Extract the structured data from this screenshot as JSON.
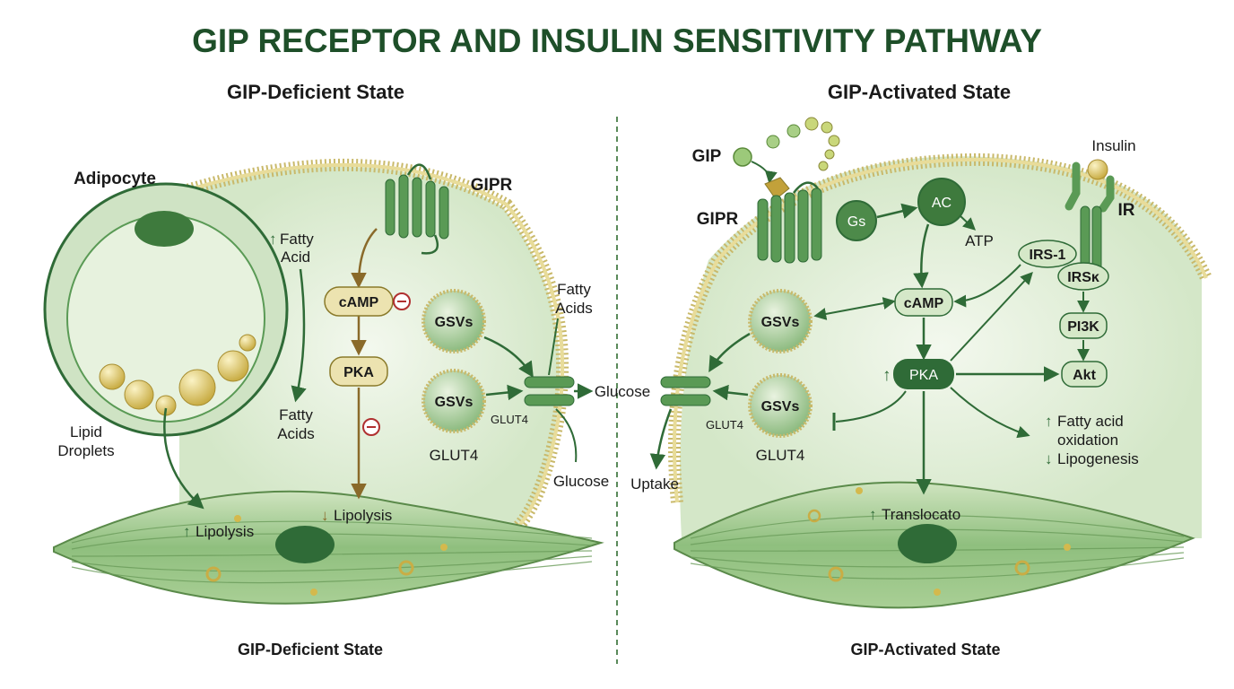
{
  "title": "GIP RECEPTOR AND INSULIN SENSITIVITY PATHWAY",
  "left_panel": {
    "header": "GIP-Deficient State",
    "footer": "GIP-Deficient State",
    "adipocyte": "Adipocyte",
    "lipid_droplets": [
      "Lipid",
      "Droplets"
    ],
    "gipr": "GIPR",
    "up_fatty_acid": [
      "Fatty",
      "Acid"
    ],
    "fatty_acids_mid": [
      "Fatty",
      "Acids"
    ],
    "camp": "cAMP",
    "pka": "PKA",
    "gsv_top": "GSVs",
    "gsv_bottom": "GSVs",
    "glut4_small": "GLUT4",
    "glut4": "GLUT4",
    "fatty_acids_membrane": [
      "Fatty",
      "Acids"
    ],
    "glucose_out": "Glucose",
    "glucose_bottom": "Glucose",
    "up_lipolysis": "Lipolysis",
    "down_lipolysis": "Lipolysis"
  },
  "right_panel": {
    "header": "GIP-Activated State",
    "footer": "GIP-Activated State",
    "gip": "GIP",
    "gipr": "GIPR",
    "gs": "Gs",
    "ac": "AC",
    "atp": "ATP",
    "camp": "cAMP",
    "pka": "PKA",
    "insulin": "Insulin",
    "ir": "IR",
    "irs1": "IRS-1",
    "irsk": "IRSĸ",
    "pi3k": "PI3K",
    "akt": "Akt",
    "gsv_top": "GSVs",
    "gsv_bottom": "GSVs",
    "glut4_small": "GLUT4",
    "glut4": "GLUT4",
    "uptake": "Uptake",
    "fatty_acid_oxidation": [
      "Fatty acid",
      "oxidation"
    ],
    "lipogenesis": "Lipogenesis",
    "translocation": "Translocato"
  },
  "colors": {
    "title": "#1e4f29",
    "dark_green": "#2f6b37",
    "mid_green": "#5a9a55",
    "light_green": "#cfe3c4",
    "cytoplasm": "#e6f1de",
    "membrane_gold": "#c9b96a",
    "beige_node": "#ece3b0",
    "brown_arrow": "#8a6a2a",
    "inhibit_red": "#b03030"
  },
  "icons": [
    "inhibition-circle-icon",
    "up-arrow-icon",
    "down-arrow-icon",
    "receptor-icon",
    "vesicle-icon",
    "transporter-icon"
  ]
}
